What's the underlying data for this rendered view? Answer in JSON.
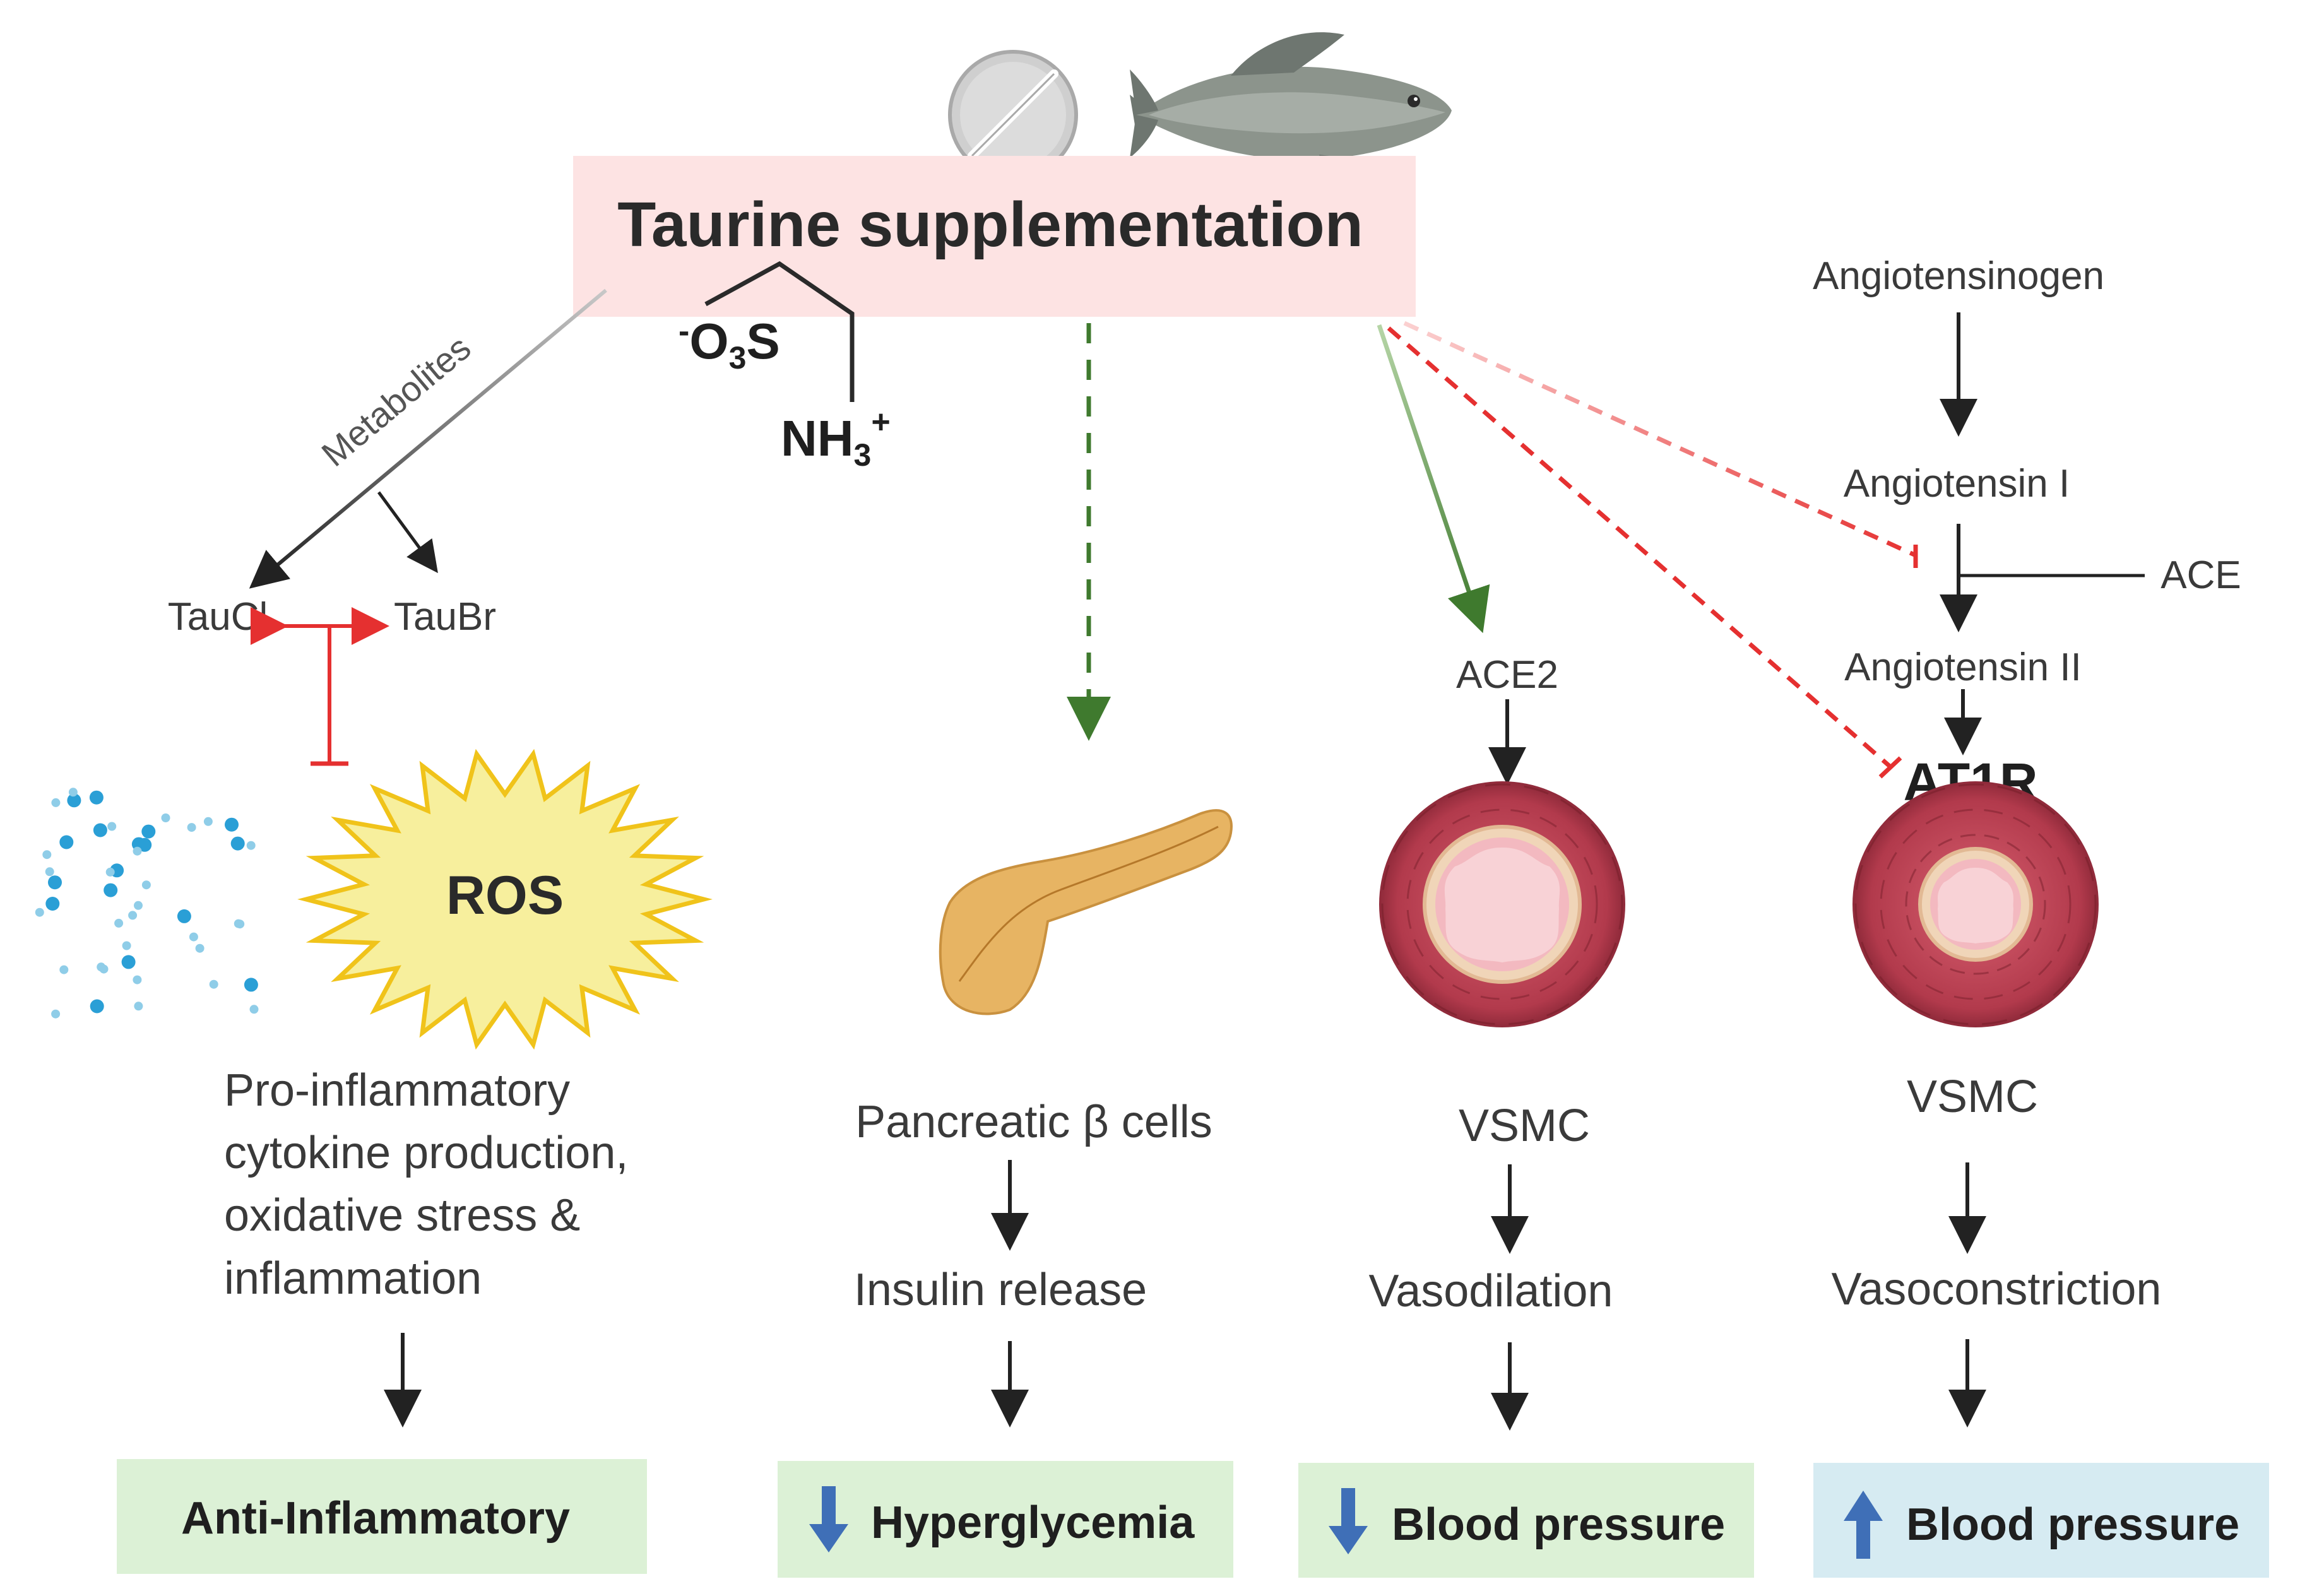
{
  "title": "Taurine supplementation",
  "molecule": {
    "sulfonate_charge": "-",
    "sulfonate_o": "O",
    "sulfonate_sub": "3",
    "sulfonate_s": "S",
    "amine_n": "NH",
    "amine_sub": "3",
    "amine_charge": "+"
  },
  "metabolites_label": "Metabolites",
  "taucl": "TauCl",
  "taubr": "TauBr",
  "ros": "ROS",
  "col1": {
    "line1": "Pro-inflammatory",
    "line2": "cytokine production,",
    "line3": "oxidative stress &",
    "line4": "inflammation",
    "outcome": "Anti-Inflammatory"
  },
  "col2": {
    "cells": "Pancreatic β cells",
    "step": "Insulin release",
    "outcome": "Hyperglycemia",
    "arrow": "down"
  },
  "col3": {
    "receptor": "ACE2",
    "cells": "VSMC",
    "step": "Vasodilation",
    "outcome": "Blood pressure",
    "arrow": "down"
  },
  "col4": {
    "precursor": "Angiotensinogen",
    "ang1": "Angiotensin I",
    "enzyme": "ACE",
    "ang2": "Angiotensin II",
    "receptor": "AT1R",
    "cells": "VSMC",
    "step": "Vasoconstriction",
    "outcome": "Blood pressure",
    "arrow": "up"
  },
  "colors": {
    "title_box": "#fde3e3",
    "green_box": "#dcf1d6",
    "blue_box": "#d6ebf2",
    "arrow_blue": "#3f6fb7",
    "inhibit_red": "#e53030",
    "green_arrow": "#3f7a2e"
  }
}
